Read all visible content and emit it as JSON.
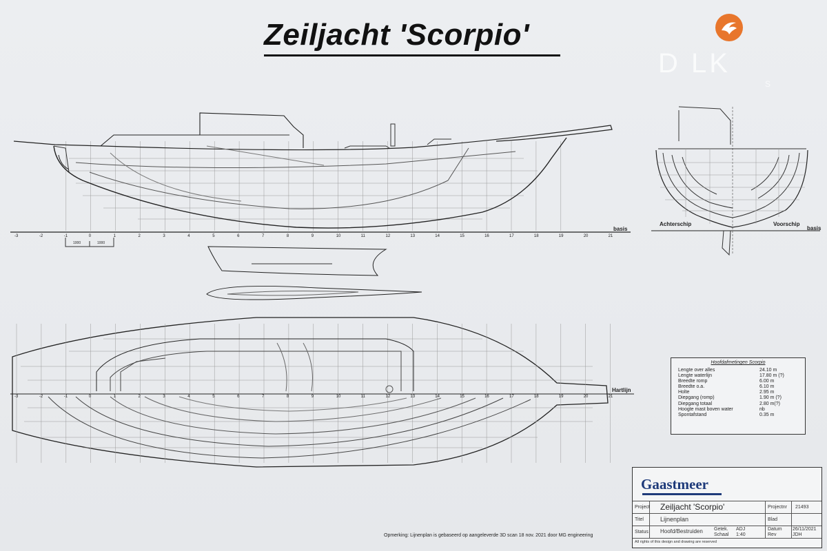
{
  "title": "Zeiljacht 'Scorpio'",
  "watermark": {
    "main": "D  LK",
    "sub": "S"
  },
  "colors": {
    "line": "#333333",
    "logo_orange": "#e8762c",
    "brand_blue": "#1e3a7a",
    "paper": "#eceef1"
  },
  "profile_labels": {
    "basis": "basis",
    "station_numbers": [
      "-3",
      "-2",
      "-1",
      "0",
      "1",
      "2",
      "3",
      "4",
      "5",
      "6",
      "7",
      "8",
      "9",
      "10",
      "11",
      "12",
      "13",
      "14",
      "15",
      "16",
      "17",
      "18",
      "19",
      "20",
      "21"
    ],
    "scale": [
      "1000",
      "1000"
    ]
  },
  "body_plan_labels": {
    "achterschip": "Achterschip",
    "voorschip": "Voorschip",
    "basis": "basis"
  },
  "plan_view_labels": {
    "hartlijn": "Hartlijn",
    "station_numbers": [
      "-3",
      "-2",
      "-1",
      "0",
      "1",
      "2",
      "3",
      "4",
      "5",
      "6",
      "7",
      "8",
      "9",
      "10",
      "11",
      "12",
      "13",
      "14",
      "15",
      "16",
      "17",
      "18",
      "19",
      "20",
      "21"
    ]
  },
  "dimensions": {
    "heading": "Hoofdafmetingen Scorpio",
    "rows": [
      {
        "k": "Lengte over alles",
        "v": "24.10 m"
      },
      {
        "k": "Lengte waterlijn",
        "v": "17.80 m (?)"
      },
      {
        "k": "Breedte romp",
        "v": "6.00 m"
      },
      {
        "k": "Breedte o.a.",
        "v": "6.10 m"
      },
      {
        "k": "Holte",
        "v": "2.95 m"
      },
      {
        "k": "Diepgang (romp)",
        "v": "1.90 m (?)"
      },
      {
        "k": "Diepgang totaal",
        "v": "2.80 m(?)"
      },
      {
        "k": "Hoogte mast boven water",
        "v": "nb"
      },
      {
        "k": "Spontafstand",
        "v": "0.35 m"
      }
    ]
  },
  "title_block": {
    "brand": "Gaastmeer",
    "project_label": "Project",
    "project": "Zeiljacht 'Scorpio'",
    "projectnr_label": "Projectnr",
    "projectnr": "21493",
    "title_label": "Titel",
    "title_value": "Lijnenplan",
    "sheet_label": "Blad",
    "status_label": "Status",
    "status": "Hoofd/Bestruiden",
    "drawn_label": "Getek.",
    "drawn": "ADJ",
    "date_label": "Datum",
    "date": "26/11/2021",
    "scale_label": "Schaal",
    "scale": "1:40",
    "rev_label": "Rev",
    "rev": "JDH",
    "footer": "All rights of this design and drawing are reserved"
  },
  "note": "Opmerking: Lijnenplan is gebaseerd op aangeleverde 3D scan 18 nov. 2021 door MG engineering"
}
